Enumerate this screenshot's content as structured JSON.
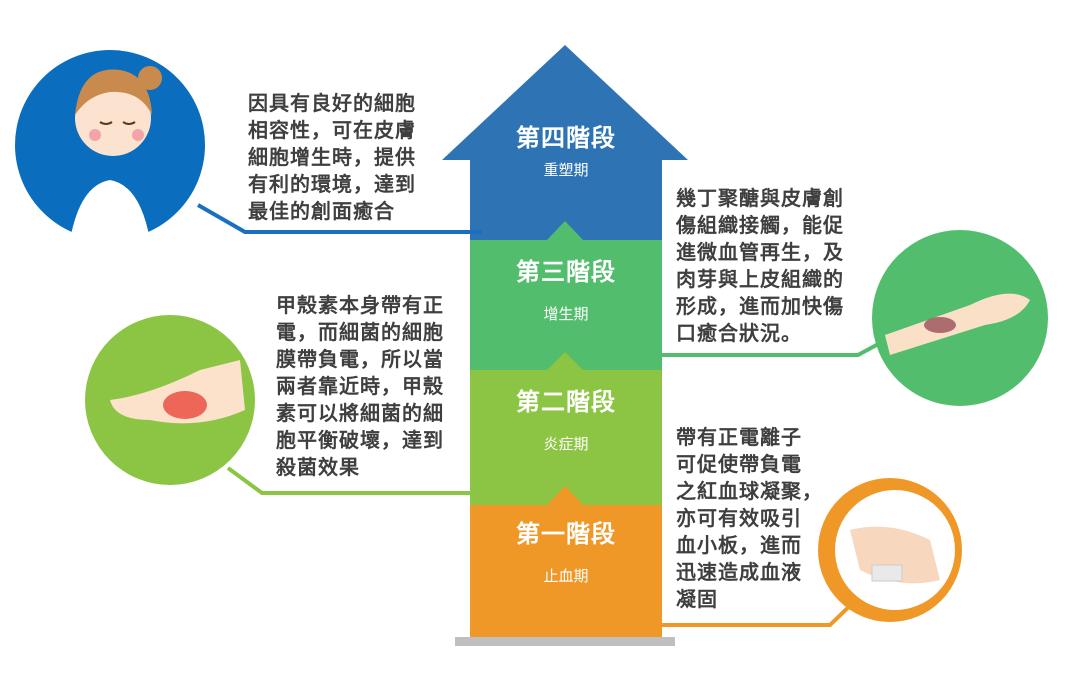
{
  "colors": {
    "stage4": "#2e74b5",
    "stage3": "#52bd6c",
    "stage2": "#8cc443",
    "stage1": "#ef9827",
    "text": "#3f3f3f"
  },
  "stages": [
    {
      "title": "第四階段",
      "subtitle": "重塑期"
    },
    {
      "title": "第三階段",
      "subtitle": "增生期"
    },
    {
      "title": "第二階段",
      "subtitle": "炎症期"
    },
    {
      "title": "第一階段",
      "subtitle": "止血期"
    }
  ],
  "notes": {
    "stage4": "因具有良好的細胞\n相容性，可在皮膚\n細胞增生時，提供\n有利的環境，達到\n最佳的創面癒合",
    "stage3": "幾丁聚醣與皮膚創\n傷組織接觸，能促\n進微血管再生，及\n肉芽與上皮組織的\n形成，進而加快傷\n口癒合狀況。",
    "stage2": "甲殼素本身帶有正\n電，而細菌的細胞\n膜帶負電，所以當\n兩者靠近時，甲殼\n素可以將細菌的細\n胞平衡破壞，達到\n殺菌效果",
    "stage1": "帶有正電離子\n可促使帶負電\n之紅血球凝聚，\n亦可有效吸引\n血小板，進而\n迅速造成血液\n凝固"
  }
}
